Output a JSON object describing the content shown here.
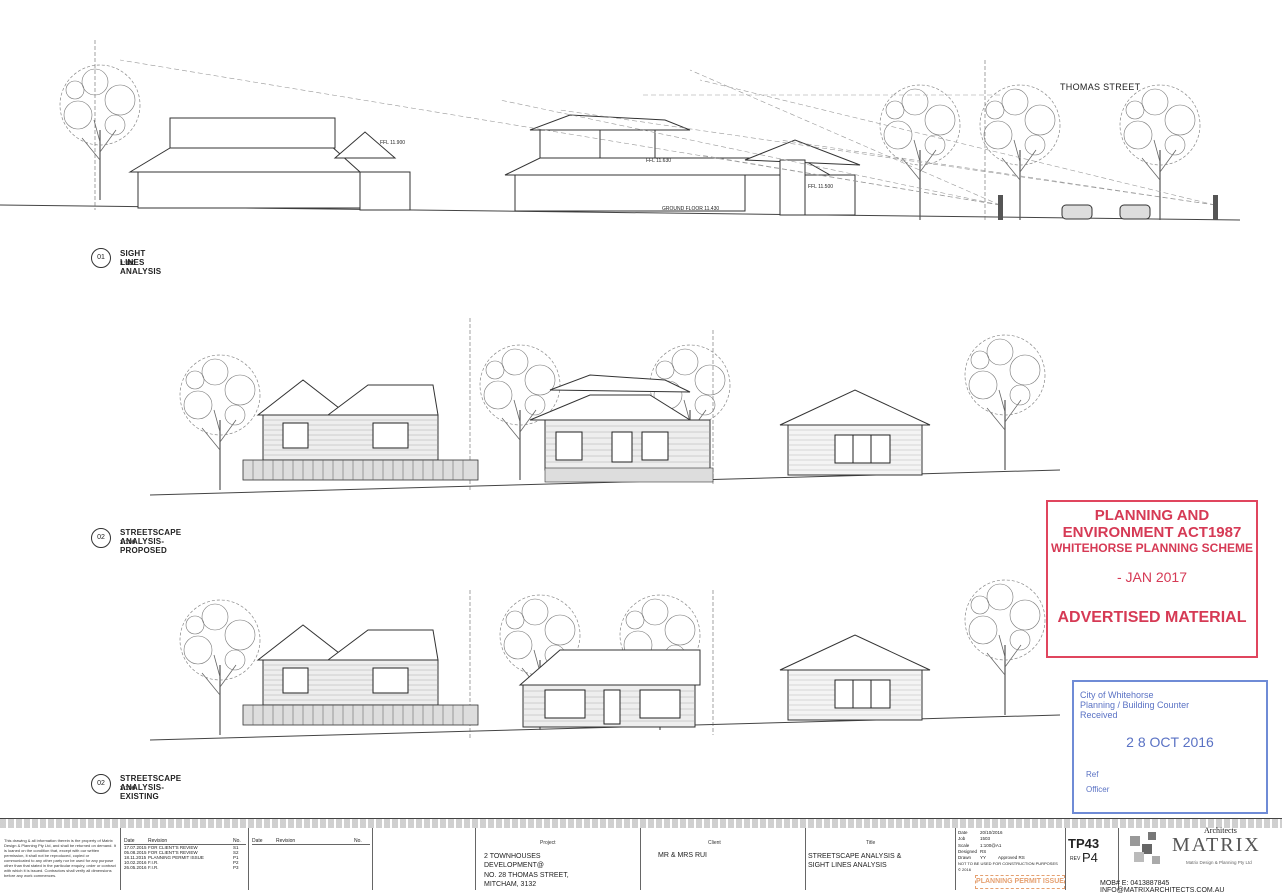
{
  "drawing_01": {
    "number": "01",
    "title": "SIGHT LINES ANALYSIS",
    "scale": "1:100",
    "street_label": "THOMAS STREET",
    "levels": [
      "FFL 11.900",
      "FFL 11.630",
      "FFL 11.500",
      "GROUND FLOOR 11.430"
    ]
  },
  "drawing_02": {
    "number": "02",
    "title": "STREETSCAPE ANALYSIS- PROPOSED",
    "scale": "1:100"
  },
  "drawing_03": {
    "number": "02",
    "title": "STREETSCAPE ANALYSIS- EXISTING",
    "scale": "1:100"
  },
  "stamp_planning": {
    "line1": "PLANNING AND",
    "line2": "ENVIRONMENT ACT1987",
    "line3": "WHITEHORSE PLANNING SCHEME",
    "date": "-   JAN 2017",
    "line4": "ADVERTISED MATERIAL",
    "color": "#d63a55"
  },
  "stamp_received": {
    "line1": "City of Whitehorse",
    "line2": "Planning / Building Counter",
    "line3": "Received",
    "date": "2 8 OCT 2016",
    "ref": "Ref",
    "officer": "Officer",
    "color": "#5a72c4"
  },
  "title_block": {
    "disclaimer": "This drawing & all information therein is the property of Matrix Design & Planning Pty Ltd, and shall be returned on demand. It is loaned on the condition that, except with our written permission, it shall not be reproduced, copied or communicated to any other party nor be used for any purpose other than that stated in the particular enquiry, order or contract with which it is issued. Contractors shall verify all dimensions before any work commences.",
    "revisions_header": [
      "Date",
      "Revision",
      "No."
    ],
    "revisions": [
      [
        "17.07.2015",
        "FOR CLIENT'S REVIEW",
        "S1"
      ],
      [
        "05.08.2015",
        "FOR CLIENT'S REVIEW",
        "S2"
      ],
      [
        "18.11.2015",
        "PLANNING PERMIT ISSUE",
        "P1"
      ],
      [
        "10.02.2016",
        "F.I.R.",
        "P2"
      ],
      [
        "26.05.2016",
        "F.I.R.",
        "P3"
      ]
    ],
    "revisions2_header": [
      "Date",
      "Revision",
      "No."
    ],
    "project_label": "Project",
    "project_lines": [
      "2 TOWNHOUSES",
      "DEVELOPMENT@",
      "NO. 28 THOMAS STREET,",
      "MITCHAM, 3132"
    ],
    "client_label": "Client",
    "client": "MR & MRS RUI",
    "title_label": "Title",
    "title_lines": [
      "STREETSCAPE ANALYSIS &",
      "SIGHT LINES ANALYSIS"
    ],
    "meta": [
      [
        "Date",
        "20/10/2016"
      ],
      [
        "Job",
        "1503"
      ],
      [
        "Scale",
        "1:100@A1"
      ],
      [
        "Designed",
        "RS"
      ],
      [
        "Drawn",
        "YY"
      ]
    ],
    "approved": "Approved  RS",
    "not_for_construction": "NOT TO BE USED FOR CONSTRUCTION PURPOSES",
    "copyright": "© 2016",
    "permit_issue": "PLANNING PERMIT ISSUE",
    "sheet_no": "TP43",
    "rev_label": "REV",
    "rev": "P4",
    "logo_text": "MATRIX",
    "logo_top": "Architects",
    "logo_sub": "Matrix Design & Planning Pty Ltd",
    "contact": "MOB# E: 0413887845  INFO@MATRIXARCHITECTS.COM.AU"
  }
}
